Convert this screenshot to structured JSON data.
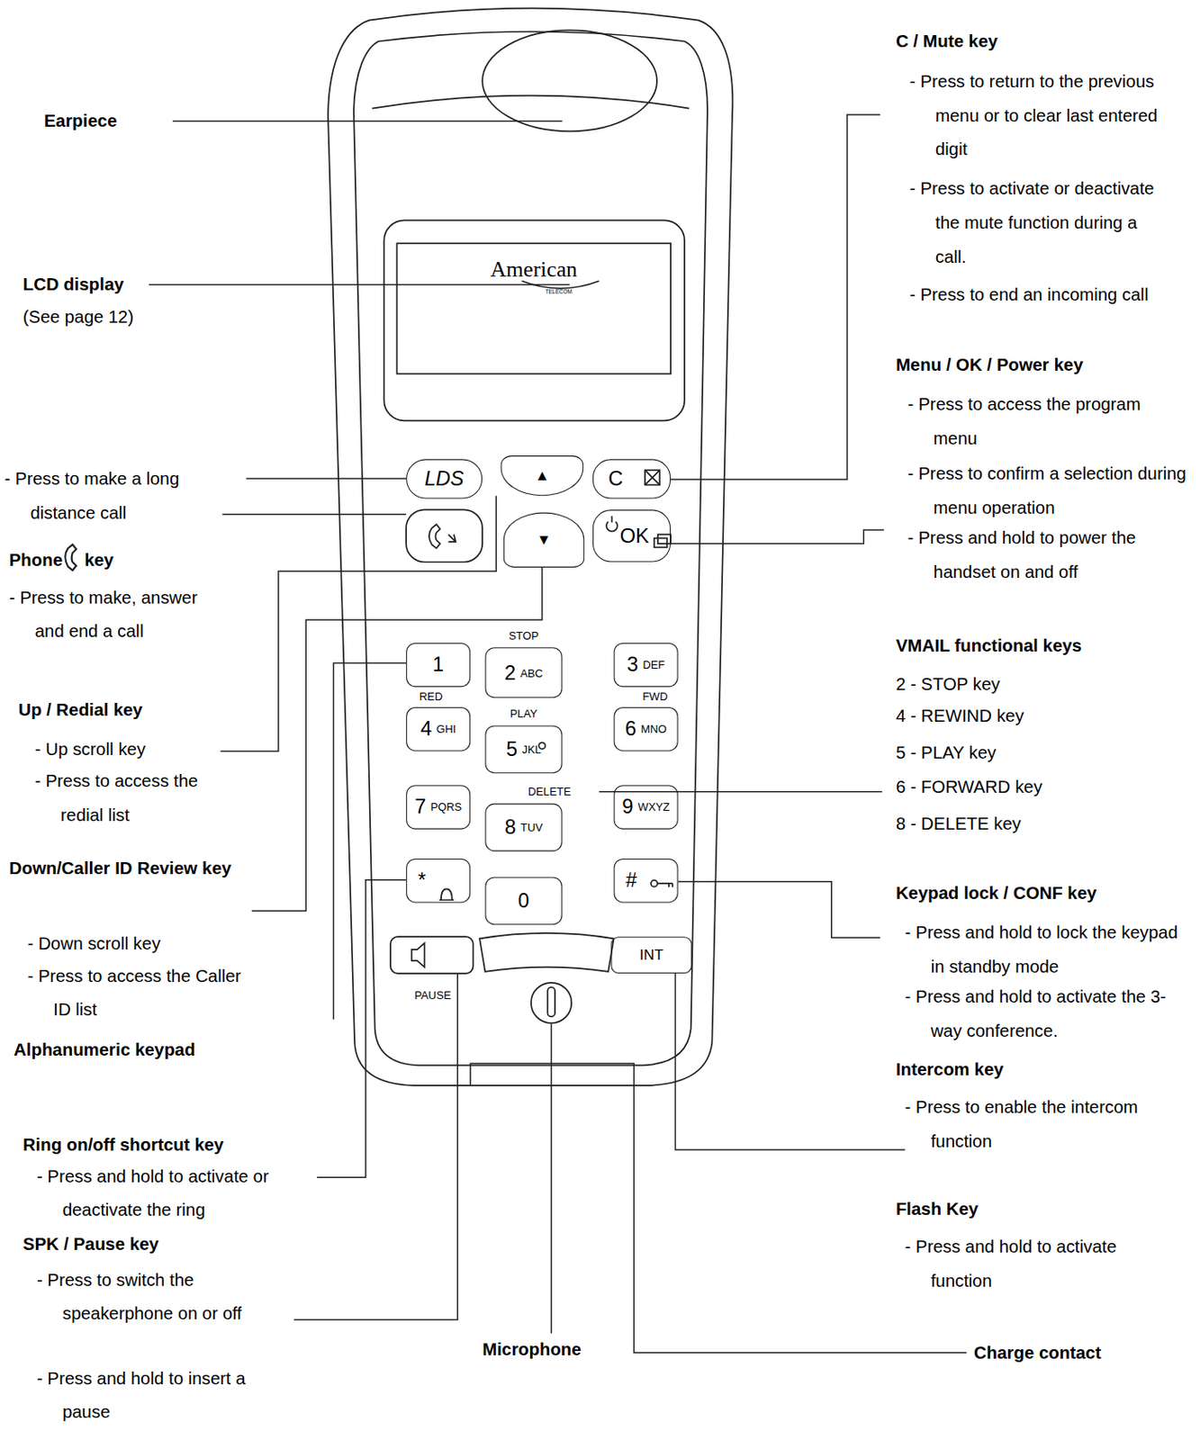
{
  "diagram": {
    "nodes": [
      {
        "text": [
          "LDS"
        ]
      },
      {
        "text": [
          "▲"
        ]
      },
      {
        "text": [
          "C"
        ]
      },
      {
        "text": [
          "▼"
        ]
      },
      {
        "text": [
          "OK"
        ]
      },
      {
        "text": [
          "1"
        ]
      },
      {
        "text": [
          "2",
          "ABC"
        ]
      },
      {
        "text": [
          "3",
          "DEF"
        ]
      },
      {
        "text": [
          "4",
          "GHI"
        ]
      },
      {
        "text": [
          "5",
          "JKL"
        ]
      },
      {
        "text": [
          "6",
          "MNO"
        ]
      },
      {
        "text": [
          "7",
          "PQRS"
        ]
      },
      {
        "text": [
          "8",
          "TUV"
        ]
      },
      {
        "text": [
          "9",
          "WXYZ"
        ]
      },
      {
        "text": [
          "*"
        ]
      },
      {
        "text": [
          "0"
        ]
      },
      {
        "text": [
          "#"
        ]
      },
      {
        "text": [
          "INT"
        ]
      }
    ],
    "labels": [
      "Earpiece",
      "LCD display",
      "(See page 12)",
      "- Press to make a long distance call",
      "Phone",
      "key",
      "- Press to make, answer and end a call",
      "Up / Redial key",
      "- Up scroll key",
      "- Press to access the redial list",
      "Down/Caller ID Review key",
      "- Down scroll key",
      "- Press to access the Caller ID list",
      "Alphanumeric keypad",
      "Ring on/off shortcut key",
      "- Press and hold to activate or deactivate the ring",
      "SPK / Pause key",
      "- Press to switch the speakerphone on or off",
      "- Press and hold to insert a pause",
      "Microphone",
      "C / Mute key",
      "- Press to return to the previous menu or to clear last entered digit",
      "- Press to activate or deactivate the mute function during a call.",
      "- Press to end an incoming call",
      "Menu / OK / Power key",
      "- Press to access the program menu",
      "- Press to confirm a selection during menu operation",
      "- Press and hold to power the handset on and off",
      "VMAIL functional keys",
      "2 - STOP key",
      "4 - REWIND key",
      "5 - PLAY key",
      "6 - FORWARD key",
      "8 - DELETE key",
      "Keypad lock / CONF key",
      "- Press and hold to lock the keypad in standby mode",
      "- Press and hold to activate the 3-way conference.",
      "Intercom key",
      "- Press to enable the intercom function",
      "Flash Key",
      "- Press and hold to activate function",
      "Charge contact",
      "STOP",
      "RED",
      "PLAY",
      "FWD",
      "DELETE",
      "PAUSE",
      "American",
      "TELECOM"
    ]
  }
}
